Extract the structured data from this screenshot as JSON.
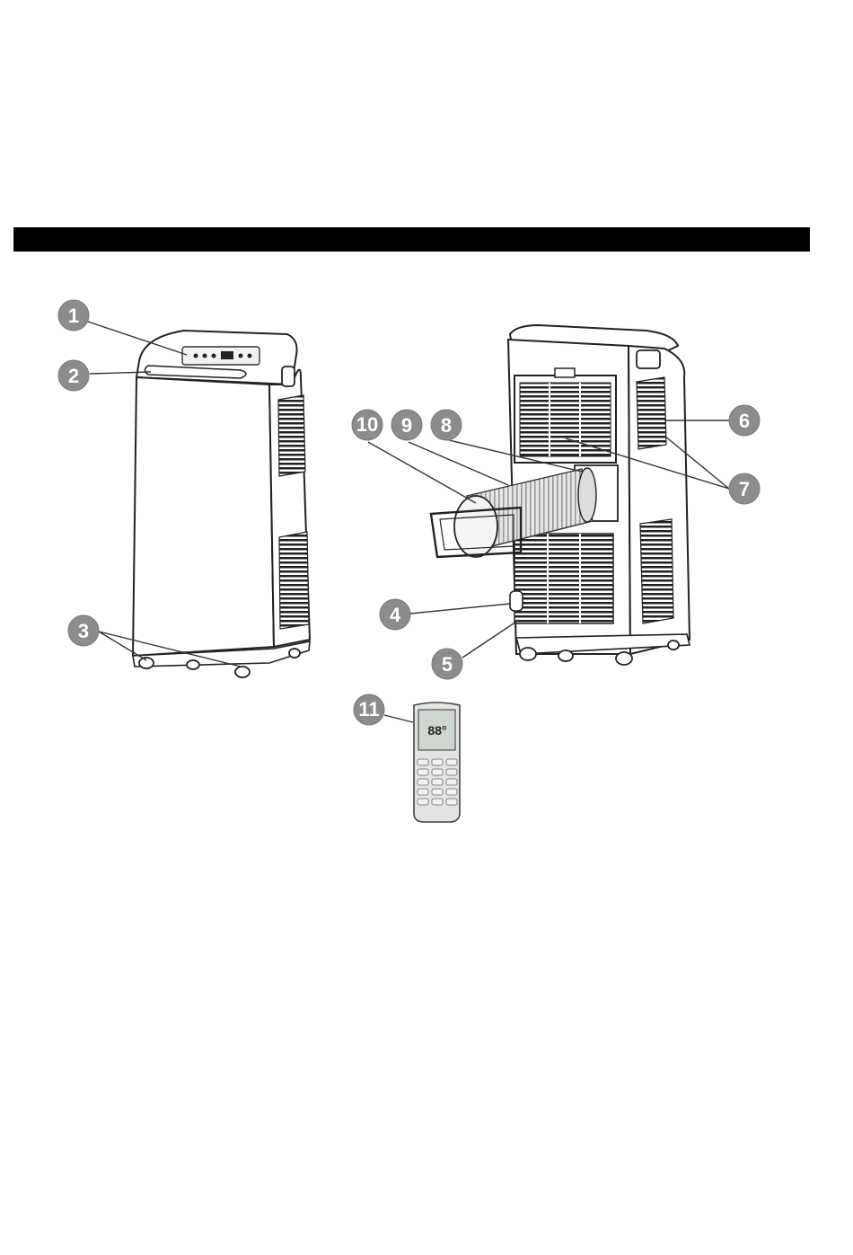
{
  "callouts": [
    {
      "id": 1,
      "label": "1"
    },
    {
      "id": 2,
      "label": "2"
    },
    {
      "id": 3,
      "label": "3"
    },
    {
      "id": 4,
      "label": "4"
    },
    {
      "id": 5,
      "label": "5"
    },
    {
      "id": 6,
      "label": "6"
    },
    {
      "id": 7,
      "label": "7"
    },
    {
      "id": 8,
      "label": "8"
    },
    {
      "id": 9,
      "label": "9"
    },
    {
      "id": 10,
      "label": "10"
    },
    {
      "id": 11,
      "label": "11"
    }
  ],
  "remote": {
    "display_digits": "88°"
  }
}
